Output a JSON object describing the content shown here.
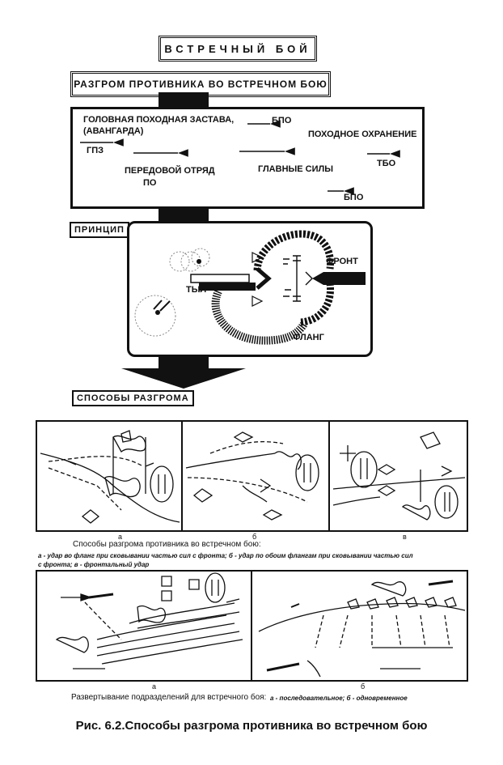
{
  "header": {
    "title": "ВСТРЕЧНЫЙ БОЙ",
    "subtitle": "РАЗГРОМ ПРОТИВНИКА ВО ВСТРЕЧНОМ БОЮ"
  },
  "march": {
    "label_head": "ГОЛОВНАЯ ПОХОДНАЯ ЗАСТАВА,",
    "label_head2": "(АВАНГАРДА)",
    "label_bpo_top": "БПО",
    "label_guard": "ПОХОДНОЕ ОХРАНЕНИЕ",
    "label_gpz": "ГПЗ",
    "label_forward": "ПЕРЕДОВОЙ ОТРЯД",
    "label_po": "ПО",
    "label_main": "ГЛАВНЫЕ СИЛЫ",
    "label_tbo": "ТБО",
    "label_bpo_bottom": "БПО"
  },
  "principle": {
    "tag": "ПРИНЦИП",
    "front": "ФРОНТ",
    "rear": "ТЫЛ",
    "flank": "ФЛАНГ"
  },
  "methods": {
    "tag": "СПОСОБЫ РАЗГРОМА",
    "panel_a": "а",
    "panel_b": "б",
    "panel_v": "в",
    "caption": "Способы разгрома противника во встречном бою:",
    "caption_detail1": "а - удар во фланг при сковывании частью сил с фронта;   б - удар по обоим флангам при сковывании частью сил",
    "caption_detail2": "с фронта;   в -  фронтальный удар"
  },
  "deployment": {
    "panel_a": "а",
    "panel_b": "б",
    "caption": "Развертывание подразделений для встречного боя:",
    "caption_detail": "а - последовательное;  б - одновременное"
  },
  "figure": {
    "caption": "Рис. 6.2.Способы разгрома противника во встречном бою"
  }
}
